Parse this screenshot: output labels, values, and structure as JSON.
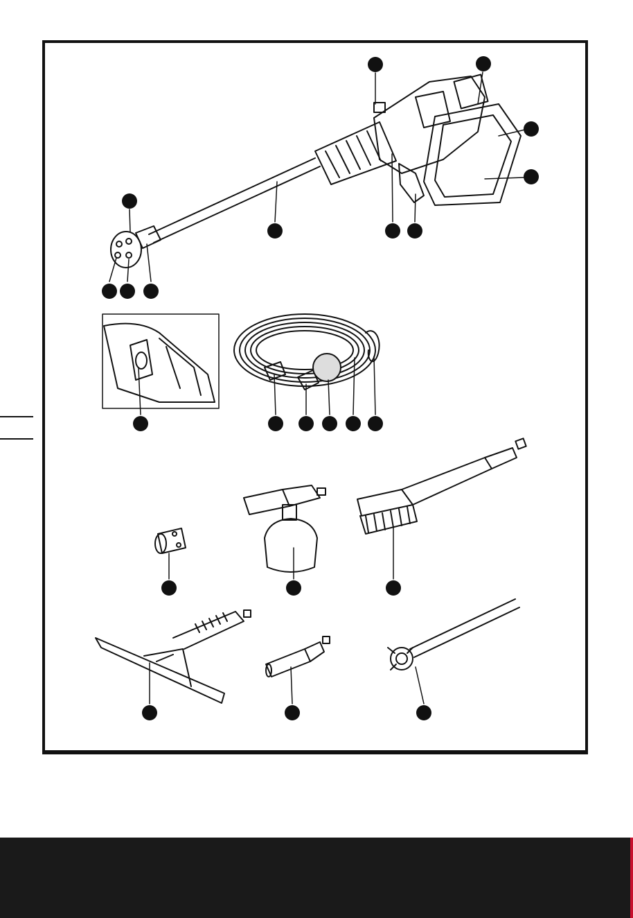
{
  "colors": {
    "ink": "#111111",
    "footer": "#1a1a1a",
    "accent": "#c8102e",
    "marker": "#111111"
  },
  "markers": [
    {
      "id": "m-top-1"
    },
    {
      "id": "m-top-2"
    },
    {
      "id": "m-right-1"
    },
    {
      "id": "m-right-2"
    },
    {
      "id": "m-nozzle-top"
    },
    {
      "id": "m-lance"
    },
    {
      "id": "m-body"
    },
    {
      "id": "m-handle"
    },
    {
      "id": "m-nozzle-1"
    },
    {
      "id": "m-nozzle-2"
    },
    {
      "id": "m-nozzle-3"
    },
    {
      "id": "m-inset"
    },
    {
      "id": "m-hose-1"
    },
    {
      "id": "m-hose-2"
    },
    {
      "id": "m-hose-3"
    },
    {
      "id": "m-hose-4"
    },
    {
      "id": "m-hose-5"
    },
    {
      "id": "m-adapter"
    },
    {
      "id": "m-foam"
    },
    {
      "id": "m-brush"
    },
    {
      "id": "m-squeegee"
    },
    {
      "id": "m-turbo"
    },
    {
      "id": "m-angle-lance"
    }
  ]
}
